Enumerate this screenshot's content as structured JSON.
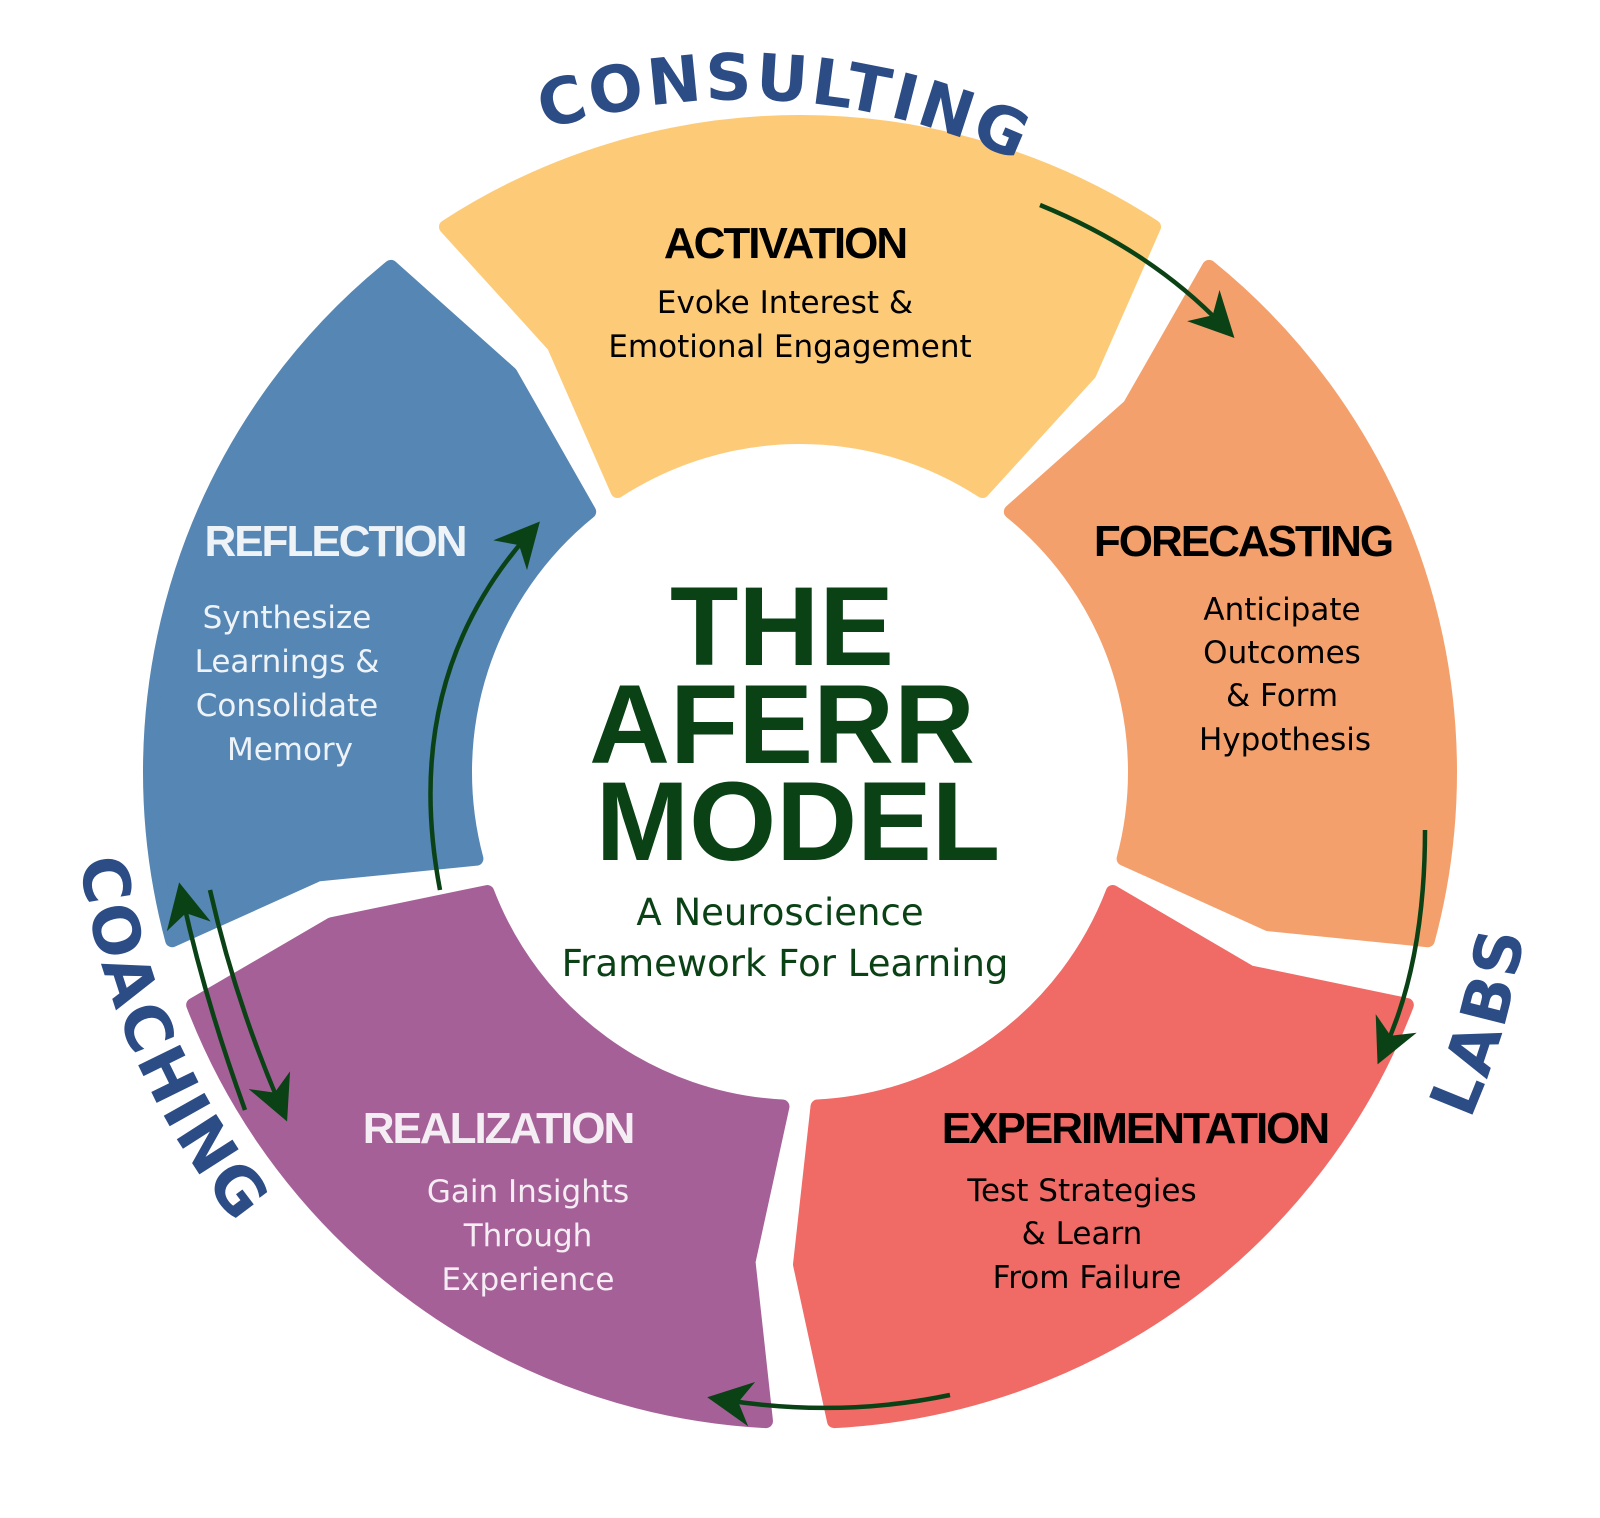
{
  "title": {
    "line1": "THE",
    "line2": "AFERR",
    "line3": "MODEL"
  },
  "subtitle": {
    "line1": "A Neuroscience",
    "line2": "Framework For Learning"
  },
  "ring_labels": {
    "consulting": "CONSULTING",
    "coaching": "COACHING",
    "labs": "LABS"
  },
  "stages": [
    {
      "name": "ACTIVATION",
      "lines": [
        "Evoke Interest &",
        "Emotional Engagement"
      ],
      "color": "#fdcb78",
      "text_color": "#111111"
    },
    {
      "name": "FORECASTING",
      "lines": [
        "Anticipate",
        "Outcomes",
        "& Form",
        "Hypothesis"
      ],
      "color": "#f4a06c",
      "text_color": "#111111"
    },
    {
      "name": "EXPERIMENTATION",
      "lines": [
        "Test Strategies",
        "& Learn",
        "From Failure"
      ],
      "color": "#f06a66",
      "text_color": "#111111"
    },
    {
      "name": "REALIZATION",
      "lines": [
        "Gain Insights",
        "Through",
        "Experience"
      ],
      "color": "#a66098",
      "text_color": "#f4eef4"
    },
    {
      "name": "REFLECTION",
      "lines": [
        "Synthesize",
        "Learnings &",
        "Consolidate",
        "Memory"
      ],
      "color": "#5586b4",
      "text_color": "#eef3f8"
    }
  ],
  "colors": {
    "title": "#0a4216",
    "ring_label": "#2c4c86",
    "arrow": "#0a4216"
  }
}
